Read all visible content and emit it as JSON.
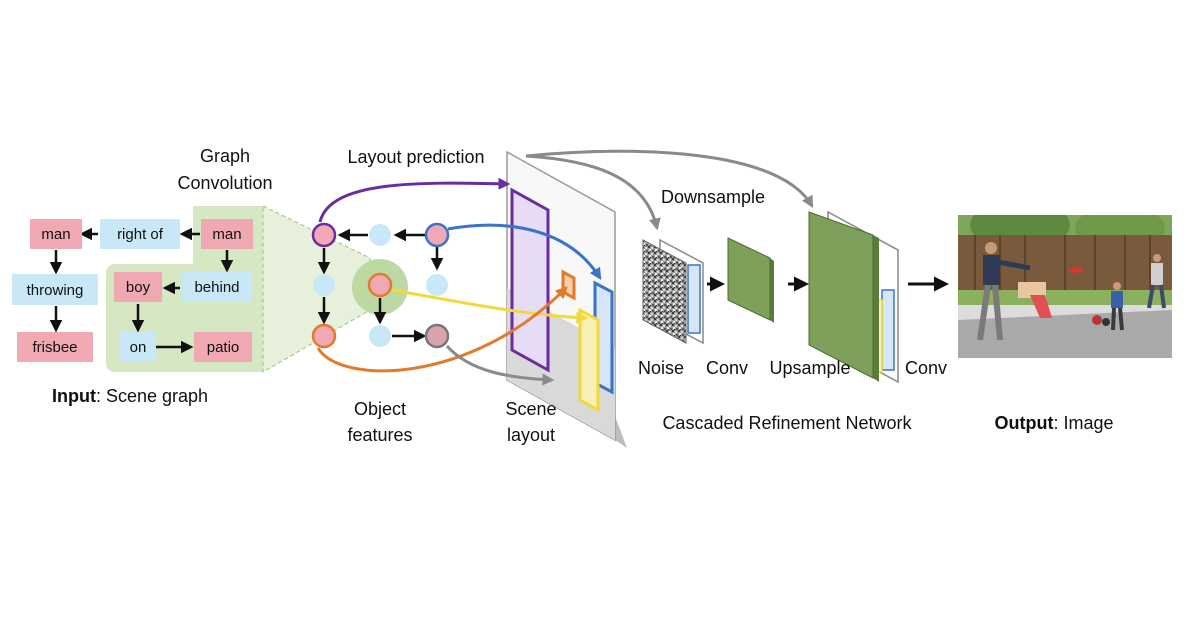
{
  "colors": {
    "object_node": "#f0a9b3",
    "relation_node": "#c9e8f7",
    "green_panel": "#d6e7c3",
    "green_focus": "#bcd8a3",
    "purple": "#6b2ca0",
    "blue": "#3b73c8",
    "yellow": "#f2d83a",
    "orange": "#e07a2c",
    "gray": "#8a8a8a",
    "conv_green": "#7ea05a"
  },
  "scene_graph": {
    "nodes": {
      "man1": "man",
      "right_of": "right of",
      "man2": "man",
      "throwing": "throwing",
      "boy": "boy",
      "behind": "behind",
      "frisbee": "frisbee",
      "on": "on",
      "patio": "patio"
    }
  },
  "labels": {
    "graph_conv_line1": "Graph",
    "graph_conv_line2": "Convolution",
    "input_bold": "Input",
    "input_rest": ": Scene graph",
    "layout_prediction": "Layout prediction",
    "object_features_line1": "Object",
    "object_features_line2": "features",
    "scene_layout_line1": "Scene",
    "scene_layout_line2": "layout",
    "downsample": "Downsample",
    "noise": "Noise",
    "conv1": "Conv",
    "upsample": "Upsample",
    "conv2": "Conv",
    "crn": "Cascaded Refinement Network",
    "output_bold": "Output",
    "output_rest": ": Image"
  }
}
